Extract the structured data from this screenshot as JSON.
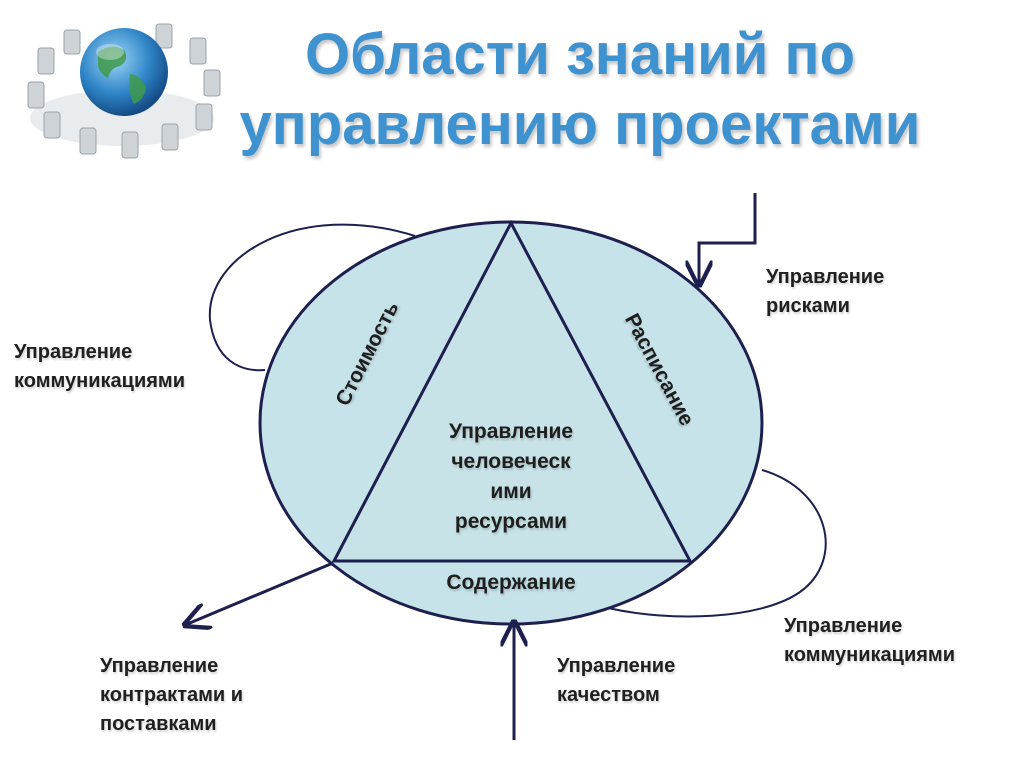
{
  "title": {
    "line1": "Области знаний по",
    "line2": "управлению проектами"
  },
  "triangle": {
    "left_side": "Стоимость",
    "right_side": "Расписание",
    "center": [
      "Управление",
      "человеческ",
      "ими",
      "ресурсами"
    ],
    "base": "Содержание"
  },
  "areas": {
    "risks": [
      "Управление",
      "рисками"
    ],
    "communications_left": [
      "Управление",
      "коммуникациями"
    ],
    "communications_right": [
      "Управление",
      "коммуникациями"
    ],
    "contracts": [
      "Управление",
      "контрактами и",
      "поставками"
    ],
    "quality": [
      "Управление",
      "качеством"
    ]
  },
  "colors": {
    "title": "#3d92cf",
    "ellipse_fill": "#c6e3ea",
    "triangle_fill": "#c8e3e7",
    "stroke": "#1d1f4f"
  }
}
